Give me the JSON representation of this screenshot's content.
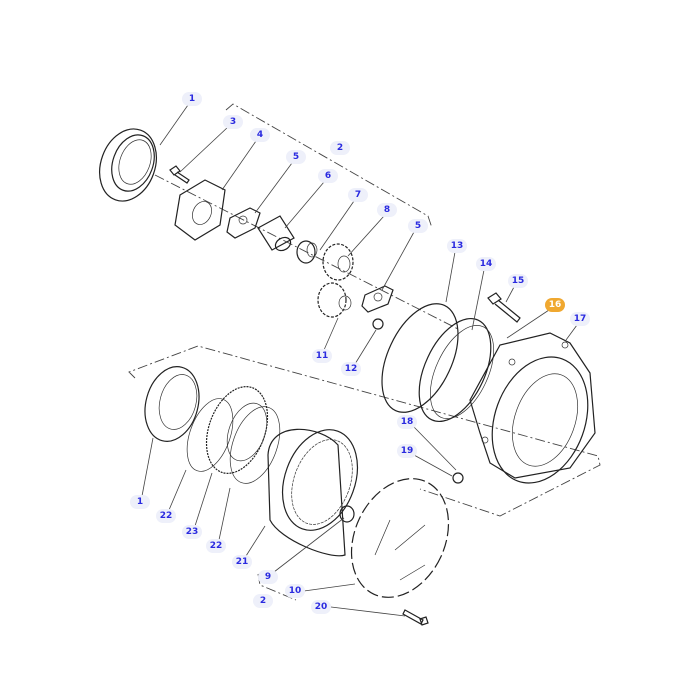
{
  "diagram": {
    "highlight_color": "#f0a830",
    "label_color": "#2a2ae0",
    "callouts": [
      {
        "id": "1",
        "text": "1"
      },
      {
        "id": "3",
        "text": "3"
      },
      {
        "id": "4",
        "text": "4"
      },
      {
        "id": "5",
        "text": "5"
      },
      {
        "id": "6",
        "text": "6"
      },
      {
        "id": "7",
        "text": "7"
      },
      {
        "id": "8",
        "text": "8"
      },
      {
        "id": "5b",
        "text": "5"
      },
      {
        "id": "2",
        "text": "2"
      },
      {
        "id": "13",
        "text": "13"
      },
      {
        "id": "14",
        "text": "14"
      },
      {
        "id": "15",
        "text": "15"
      },
      {
        "id": "16",
        "text": "16",
        "highlighted": true
      },
      {
        "id": "17",
        "text": "17"
      },
      {
        "id": "11",
        "text": "11"
      },
      {
        "id": "12",
        "text": "12"
      },
      {
        "id": "18",
        "text": "18"
      },
      {
        "id": "19",
        "text": "19"
      },
      {
        "id": "1b",
        "text": "1"
      },
      {
        "id": "22",
        "text": "22"
      },
      {
        "id": "23",
        "text": "23"
      },
      {
        "id": "22b",
        "text": "22"
      },
      {
        "id": "21",
        "text": "21"
      },
      {
        "id": "9",
        "text": "9"
      },
      {
        "id": "10",
        "text": "10"
      },
      {
        "id": "2b",
        "text": "2"
      },
      {
        "id": "20",
        "text": "20"
      }
    ]
  }
}
